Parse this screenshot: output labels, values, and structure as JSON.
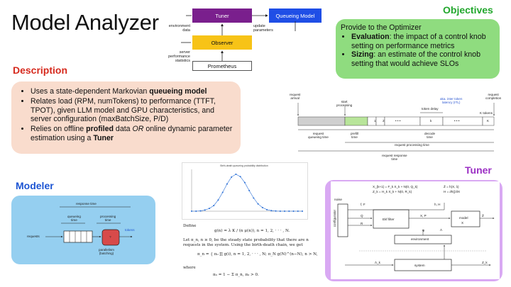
{
  "title": "Model Analyzer",
  "headings": {
    "description": "Description",
    "objectives": "Objectives",
    "modeler": "Modeler",
    "tuner": "Tuner"
  },
  "description_items": [
    {
      "pre": "Uses a state-dependent Markovian ",
      "bold": "queueing model",
      "post": ""
    },
    {
      "pre": "Relates load (RPM, numTokens) to performance (TTFT, TPOT), given LLM model and GPU characteristics, and server configuration (maxBatchSize, P/D)",
      "bold": "",
      "post": ""
    },
    {
      "pre": "Relies on offline ",
      "bold": "profiled",
      "post": " data ",
      "ital": "OR",
      "post2": " online dynamic parameter estimation using a ",
      "bold2": "Tuner"
    }
  ],
  "objectives": {
    "intro": "Provide to the Optimizer",
    "items": [
      {
        "bold": "Evaluation",
        "text": ": the impact of a control knob setting on performance metrics"
      },
      {
        "bold": "Sizing",
        "text": ": an estimate of the control knob setting that would achieve SLOs"
      }
    ]
  },
  "flow": {
    "tuner": "Tuner",
    "queueing_model": "Queueing Model",
    "observer": "Observer",
    "prometheus": "Prometheus",
    "env_data": "environment\ndata",
    "update_params": "update\nparameters",
    "server_stats": "server\nperformance\nstatistics"
  },
  "timeline": {
    "request_arrival": "request\narrival",
    "start_processing": "start\nprocessing",
    "aka": "aka. inter token\nlatency (ITL)",
    "token_delay": "token delay",
    "request_completion": "request\ncompletion",
    "k_tokens": "K tokens",
    "cells": [
      "1",
      "2",
      "• • •",
      "k",
      "• • •",
      "K"
    ],
    "request_queueing_time": "request\nqueueing time",
    "prefill_time": "prefill\ntime",
    "decode_time": "decode\ntime",
    "request_processing_time": "request processing time",
    "request_response_time": "request response\ntime"
  },
  "modeler": {
    "response_time": "response time",
    "queueing_time": "queueing\ntime",
    "processing_time": "processing\ntime",
    "requests": "requests",
    "tokens": "tokens",
    "q": "?",
    "parallelism": "parallelism\n(batching)"
  },
  "chart_data": {
    "type": "scatter",
    "title": "Birth-death queueing probability distribution",
    "x": [
      0,
      4,
      8,
      12,
      16,
      20,
      24,
      28,
      32,
      36,
      40,
      44,
      48,
      52,
      56,
      60,
      64,
      68,
      72,
      76,
      80,
      84,
      88,
      92,
      96,
      100
    ],
    "y": [
      0.0,
      0.0,
      0.0002,
      0.0008,
      0.002,
      0.004,
      0.008,
      0.0135,
      0.0195,
      0.0245,
      0.0265,
      0.0248,
      0.0205,
      0.0148,
      0.0094,
      0.0052,
      0.0026,
      0.0011,
      0.0004,
      0.0001,
      0.0,
      0.0,
      0.0,
      0.0,
      0.0,
      0.0
    ],
    "ylim": [
      0,
      0.03
    ],
    "xlim": [
      0,
      100
    ],
    "color": "#2a6fd6"
  },
  "math": {
    "define": "Define",
    "g_def": "g(n) = λ K / (n μ(n)),   n = 1, 2, · · · , N.",
    "let": "Let π_n, n ≥ 0, be the steady state probability that there are n requests in the system. Using the birth-death chain, we get",
    "pi_def": "π_n = { π₀ ∏ g(i),  n = 1, 2, · · · , N;   π_N g(N)^(n−N),  n > N,",
    "where": "where",
    "pi0": "π₀ = 1 − Σ π_n,   π₀ > 0."
  },
  "tuner_diagram": {
    "eq1": "X_{k+1} = F_k X_k + N(0, Q_k)",
    "eq2": "Z_k = H_k X_k + N(0, R_k)",
    "eq3": "Ẑ = h(X, λ)",
    "eq4": "H = ∂h()/∂X",
    "configurator": "configurator",
    "ekf": "Ekf filter",
    "model": "model",
    "model_x": "X",
    "environment": "environment",
    "system": "system",
    "labels": [
      "f, F",
      "h, H",
      "Q",
      "R",
      "X, P",
      "Ẑ",
      "Λ",
      "Λ_k",
      "Z_k",
      "z",
      "noise"
    ]
  }
}
